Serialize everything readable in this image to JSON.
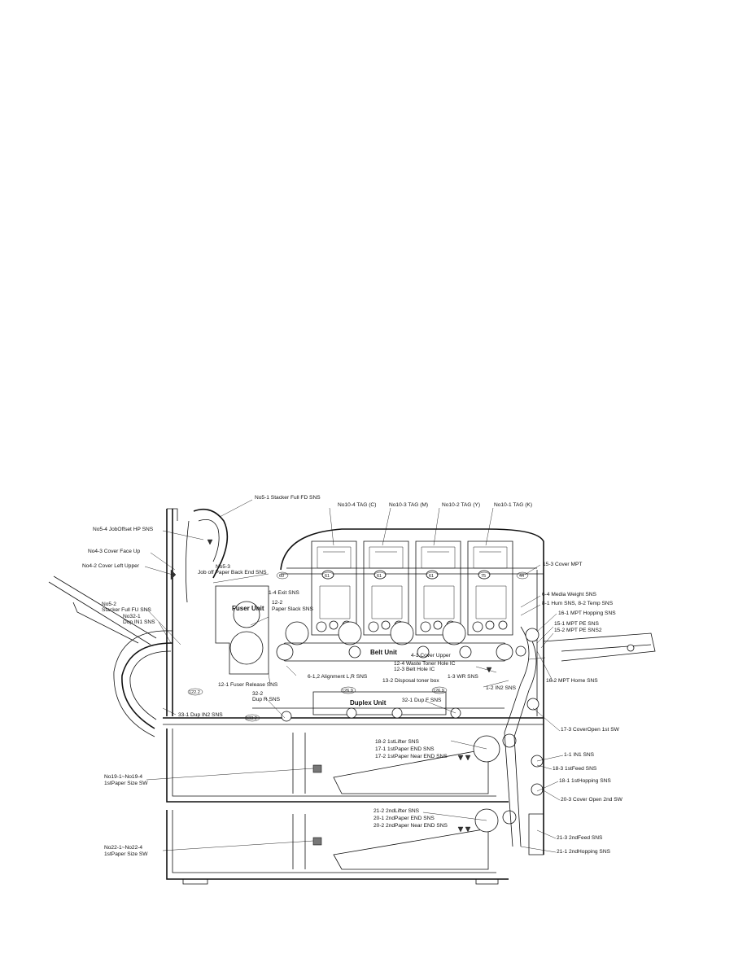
{
  "diagram": {
    "units": {
      "fuser": "Fuser Unit",
      "belt": "Belt Unit",
      "duplex": "Duplex Unit"
    },
    "toner_tags": {
      "c": "No10-4 TAG (C)",
      "m": "No10-3 TAG (M)",
      "y": "No10-2 TAG (Y)",
      "k": "No10-1 TAG (K)"
    },
    "labels": {
      "stacker_full_fd": "No5-1 Stacker Full FD SNS",
      "job_offset_hp": "No5-4 JobOffset HP SNS",
      "cover_face_up": "No4-3 Cover Face Up",
      "cover_left_upper": "No4-2 Cover Left Upper",
      "no5_3": "No5-3",
      "job_off_back_end": "Job off Paper Back End SNS",
      "no5_2": "No5-2",
      "stacker_full_fu": "Stacker Full FU SNS",
      "no32_1": "No32-1",
      "dup_in1": "Dup IN1 SNS",
      "exit_sns": "1-4 Exit SNS",
      "no12_2": "12-2",
      "paper_slack": "Paper Slack SNS",
      "cover_mpt": "15-3 Cover MPT",
      "media_weight": "6-4 Media Weight SNS",
      "hum_temp": "8-1 Hum SNS, 8-2 Temp SNS",
      "mpt_hopping": "16-1 MPT Hopping SNS",
      "mpt_pe": "15-1 MPT PE SNS",
      "mpt_pe2": "15-2 MPT PE SNS2",
      "cover_upper": "4-1 Cover Upper",
      "waste_toner": "12-4 Waste Toner Hole IC",
      "belt_hole": "12-3 Belt Hole IC",
      "disposal_box": "13-2 Disposal toner box",
      "wr_sns": "1-3 WR SNS",
      "alignment": "6-1,2 Alignment L,R SNS",
      "mpt_home": "16-2 MPT Home SNS",
      "in2_sns": "1-2 IN2 SNS",
      "fuser_release": "12-1 Fuser Release SNS",
      "no32_2": "32-2",
      "dup_r": "Dup R SNS",
      "dup_f": "32-1 Dup F SNS",
      "dup_in2": "33-1 Dup IN2 SNS",
      "cover_open_1st": "17-3 CoverOpen 1st SW",
      "lifter1": "18-2 1stLifter SNS",
      "paper_end1": "17-1 1stPaper END SNS",
      "near_end1": "17-2 1stPaper Near END SNS",
      "in1_sns": "1-1 IN1 SNS",
      "feed1": "18-3 1stFeed SNS",
      "hopping1": "18-1 1stHopping SNS",
      "no19": "No19-1~No19-4",
      "paper_size1": "1stPaper Size SW",
      "cover_open_2nd": "20-3 Cover Open 2nd SW",
      "lifter2": "21-2 2ndLifter SNS",
      "paper_end2": "20-1 2ndPaper END SNS",
      "near_end2": "20-2 2ndPaper Near END SNS",
      "feed2": "21-3 2ndFeed SNS",
      "no22": "No22-1~No22-4",
      "paper_size2": "1stPaper Size SW",
      "hopping2": "21-1 2ndHopping SNS"
    },
    "path_numbers": [
      "60",
      "61",
      "61",
      "61",
      "75",
      "44",
      "126.9",
      "126.9",
      "122.2",
      "133.2"
    ],
    "colors": {
      "line": "#111111",
      "fill": "#777777"
    }
  }
}
